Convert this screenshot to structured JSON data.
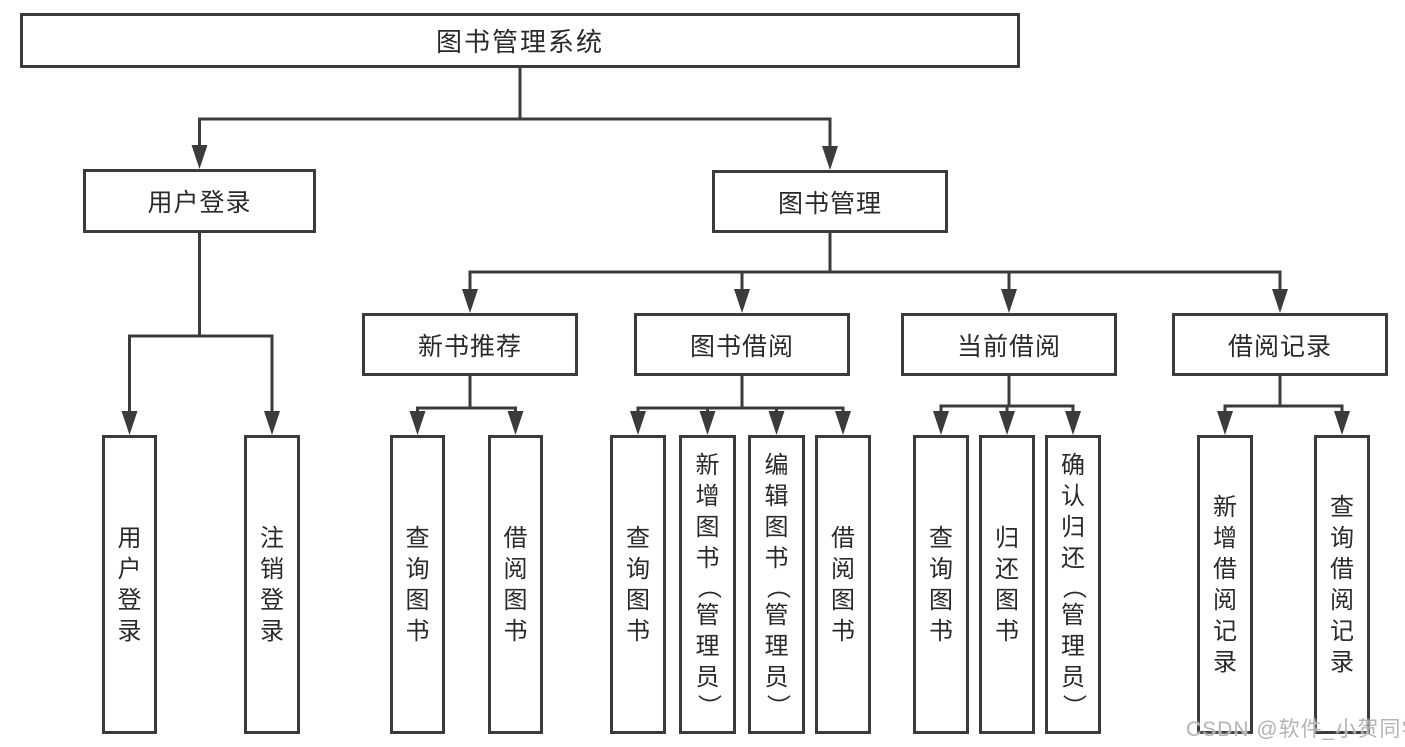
{
  "diagram": {
    "watermark": "CSDN @软件_小贺同学",
    "colors": {
      "line": "#3b3b3b",
      "border": "#3b3b3b",
      "text": "#2a2a2a",
      "watermark": "#b4b4b4",
      "background": "#ffffff"
    },
    "tree": {
      "id": "system",
      "label": "图书管理系统",
      "children": [
        {
          "id": "user-login",
          "label": "用户登录",
          "children": [
            {
              "id": "user-login-leaf",
              "label": "用户登录"
            },
            {
              "id": "logout",
              "label": "注销登录"
            }
          ]
        },
        {
          "id": "book-mgmt",
          "label": "图书管理",
          "children": [
            {
              "id": "new-book-rec",
              "label": "新书推荐",
              "children": [
                {
                  "id": "nr-query-book",
                  "label": "查询图书"
                },
                {
                  "id": "nr-borrow-book",
                  "label": "借阅图书"
                }
              ]
            },
            {
              "id": "book-borrow",
              "label": "图书借阅",
              "children": [
                {
                  "id": "bb-query-book",
                  "label": "查询图书"
                },
                {
                  "id": "bb-add-book",
                  "label": "新增图书（管理员）"
                },
                {
                  "id": "bb-edit-book",
                  "label": "编辑图书（管理员）"
                },
                {
                  "id": "bb-borrow-book",
                  "label": "借阅图书"
                }
              ]
            },
            {
              "id": "current-borrow",
              "label": "当前借阅",
              "children": [
                {
                  "id": "cb-query-book",
                  "label": "查询图书"
                },
                {
                  "id": "cb-return-book",
                  "label": "归还图书"
                },
                {
                  "id": "cb-confirm-return",
                  "label": "确认归还（管理员）"
                }
              ]
            },
            {
              "id": "borrow-records",
              "label": "借阅记录",
              "children": [
                {
                  "id": "br-add-record",
                  "label": "新增借阅记录"
                },
                {
                  "id": "br-query-record",
                  "label": "查询借阅记录"
                }
              ]
            }
          ]
        }
      ]
    }
  }
}
